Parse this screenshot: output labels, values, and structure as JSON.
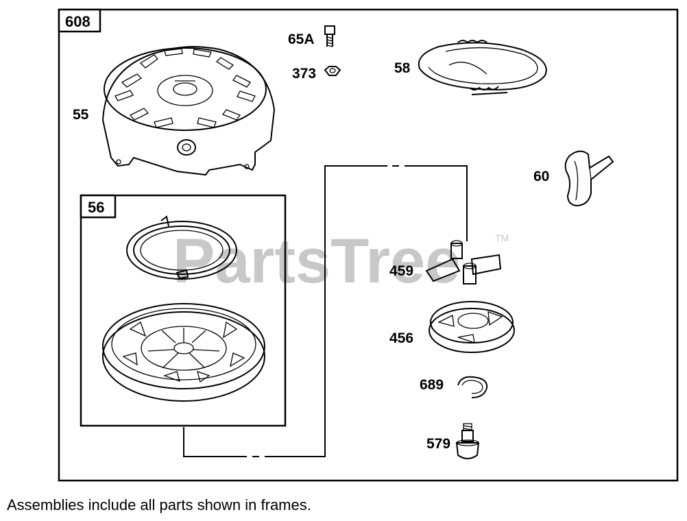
{
  "frames": {
    "outer_label": "608",
    "inner_label": "56"
  },
  "parts": {
    "p65a": "65A",
    "p373": "373",
    "p58": "58",
    "p55": "55",
    "p60": "60",
    "p459": "459",
    "p456": "456",
    "p689": "689",
    "p579": "579"
  },
  "watermark": {
    "text": "PartsTree",
    "trademark": "TM"
  },
  "caption": "Assemblies include all parts shown in frames."
}
